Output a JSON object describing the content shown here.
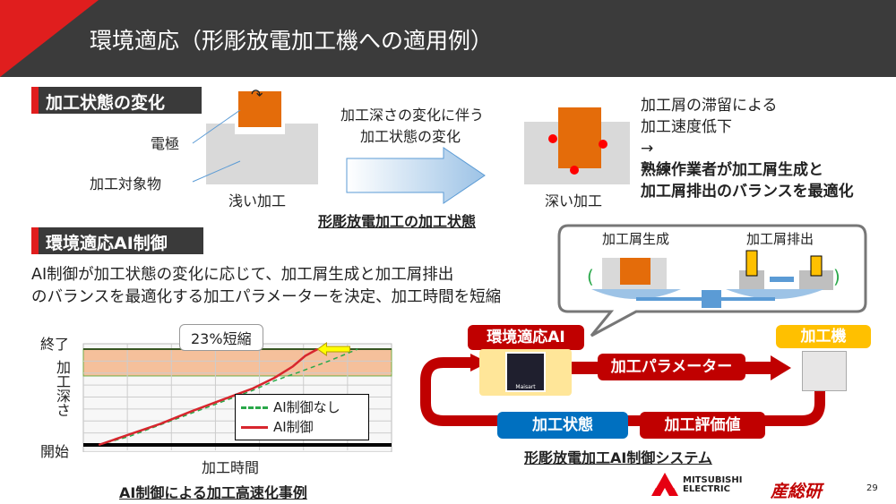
{
  "header": {
    "title": "環境適応（形彫放電加工機への適用例）"
  },
  "section1": {
    "label": "加工状態の変化",
    "electrode_label": "電極",
    "workpiece_label": "加工対象物",
    "shallow_label": "浅い加工",
    "arrow_text_1": "加工深さの変化に伴う",
    "arrow_text_2": "加工状態の変化",
    "deep_label": "深い加工",
    "caption": "形彫放電加工の加工状態",
    "note_1": "加工屑の滞留による",
    "note_2": "加工速度低下",
    "note_arrow": "→",
    "note_bold_1": "熟練作業者が加工屑生成と",
    "note_bold_2": "加工屑排出のバランスを最適化"
  },
  "section2": {
    "label": "環境適応AI制御",
    "desc_1": "AI制御が加工状態の変化に応じて、加工屑生成と加工屑排出",
    "desc_2": "のバランスを最適化する加工パラメーターを決定、加工時間を短縮"
  },
  "chart_data": {
    "type": "line",
    "title": "AI制御による加工高速化事例",
    "xlabel": "加工時間",
    "ylabel": "加工深さ",
    "y_top_label": "終了",
    "y_bottom_label": "開始",
    "annotation": "23%短縮",
    "xlim": [
      0,
      100
    ],
    "ylim": [
      0,
      100
    ],
    "grid": true,
    "legend_position": "bottom-right",
    "series": [
      {
        "name": "AI制御なし",
        "style": "dashed",
        "color": "#2aa84a",
        "x": [
          5,
          15,
          25,
          35,
          45,
          55,
          62,
          70,
          80,
          89
        ],
        "y": [
          0,
          9,
          21,
          33,
          45,
          57,
          67,
          76,
          88,
          100
        ]
      },
      {
        "name": "AI制御",
        "style": "solid",
        "color": "#d7262e",
        "x": [
          5,
          15,
          25,
          35,
          45,
          55,
          62,
          68,
          72,
          76
        ],
        "y": [
          0,
          11,
          22,
          35,
          47,
          59,
          70,
          82,
          93,
          100
        ]
      }
    ]
  },
  "bubble": {
    "generation_label": "加工屑生成",
    "discharge_label": "加工屑排出"
  },
  "system": {
    "ai_label": "環境適応AI",
    "ai_logo_text": "Maisart",
    "machine_label": "加工機",
    "param_label": "加工パラメーター",
    "state_label": "加工状態",
    "eval_label": "加工評価値",
    "caption": "形彫放電加工AI制御システム"
  },
  "footer": {
    "mitsubishi_1": "MITSUBISHI",
    "mitsubishi_2": "ELECTRIC",
    "aist": "産総研",
    "page": "29"
  },
  "colors": {
    "red": "#c00000",
    "blue": "#0070c0",
    "yellow": "#ffc000",
    "dark": "#3b3b3b"
  }
}
